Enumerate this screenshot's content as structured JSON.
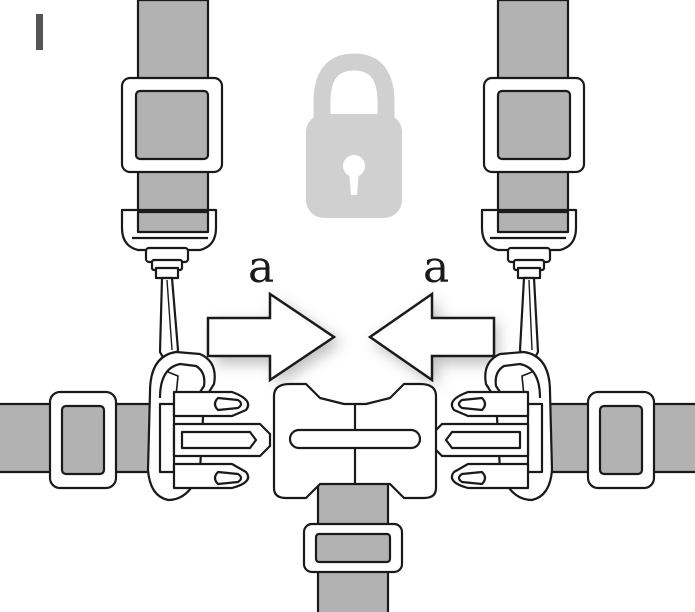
{
  "labels": {
    "left_arrow": "a",
    "right_arrow": "a"
  },
  "colors": {
    "strap": "#b2b2b2",
    "strap_dark": "#9a9a9a",
    "outline": "#1a1a1a",
    "buckle_fill": "#ffffff",
    "lock_icon": "#d0d0d0",
    "step_marker": "#555555"
  },
  "icons": {
    "lock": "padlock-icon",
    "step": "step-bar"
  }
}
